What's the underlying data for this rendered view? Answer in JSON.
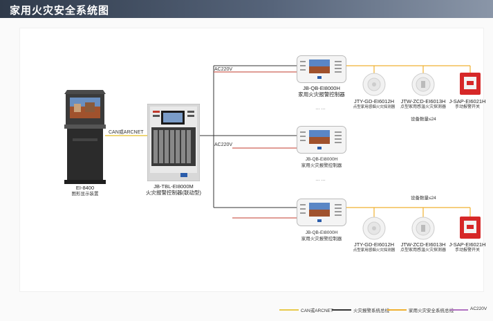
{
  "title": "家用火灾安全系统图",
  "devices": {
    "display": {
      "model": "EI-8400",
      "name": "图形显示装置"
    },
    "controller": {
      "model": "JB-TBL-EI8000M",
      "name": "火灾报警控制器(联动型)"
    },
    "home1": {
      "model": "JB-QB-EI8000H",
      "name": "家用火灾报警控制器"
    },
    "home2": {
      "model": "JB-QB-EI8000H",
      "name": "家用火灾报警控制器"
    },
    "home3": {
      "model": "JB-QB-EI8000H",
      "name": "家用火灾报警控制器"
    }
  },
  "detectors_top": [
    {
      "model": "JTY-GD-EI6012H",
      "name": "点型家用感烟火灾探测器"
    },
    {
      "model": "JTW-ZCD-EI6013H",
      "name": "点型家用感温火灾探测器"
    },
    {
      "model": "J-SAP-EI6021H",
      "name": "手动报警开关"
    }
  ],
  "detectors_bottom": [
    {
      "model": "JTY-GD-EI6012H",
      "name": "点型家用感烟火灾探测器"
    },
    {
      "model": "JTW-ZCD-EI6013H",
      "name": "点型家用感温火灾探测器"
    },
    {
      "model": "J-SAP-EI6021H",
      "name": "手动报警开关"
    }
  ],
  "labels": {
    "can": "CAN或ARCNET",
    "ac1": "AC220V",
    "ac2": "AC220V",
    "count1": "设备数量≤24",
    "count2": "设备数量≤24",
    "dots1": "……",
    "dots2": "……"
  },
  "legend": [
    {
      "label": "CAN或ARCNET",
      "color": "#e8c94a"
    },
    {
      "label": "火灾报警系统总线",
      "color": "#333333"
    },
    {
      "label": "家用火灾安全系统总线",
      "color": "#f0b030"
    },
    {
      "label": "AC220V",
      "color": "#b070c0"
    }
  ]
}
